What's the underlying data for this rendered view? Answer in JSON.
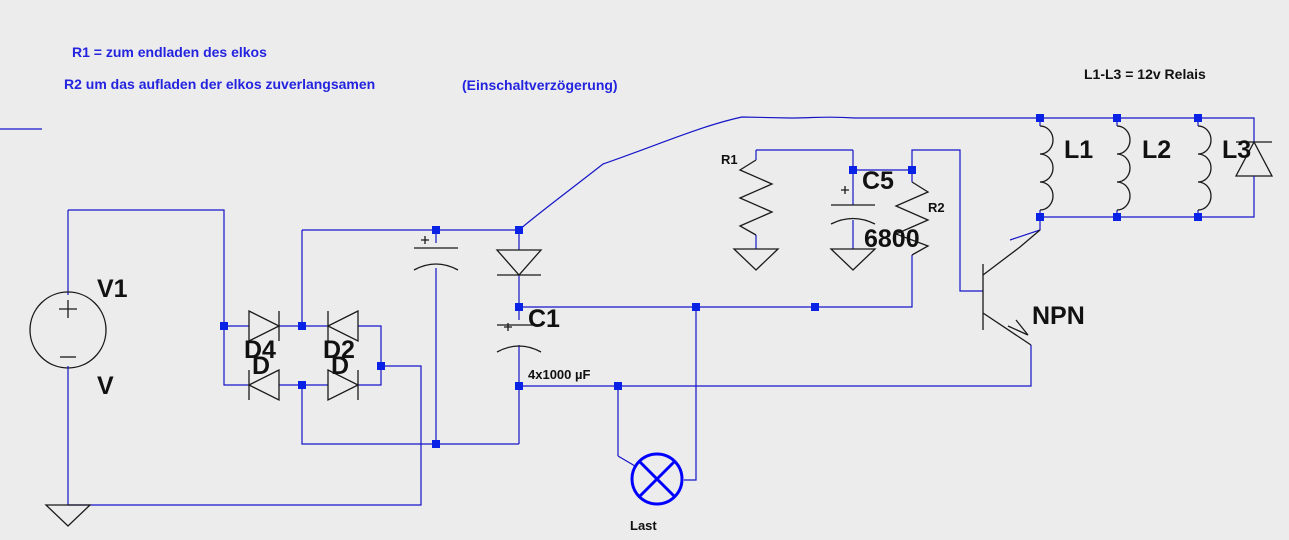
{
  "notes": {
    "r1": "R1 = zum endladen des elkos",
    "r2": "R2 um das aufladen der elkos zuverlangsamen",
    "delay": "(Einschaltverzögerung)",
    "relay": "L1-L3 = 12v Relais"
  },
  "labels": {
    "v1": "V1",
    "v": "V",
    "d4": "D4",
    "d_left": "D",
    "d2": "D2",
    "d_right": "D",
    "c1": "C1",
    "c1_value": "4x1000 µF",
    "last": "Last",
    "r1": "R1",
    "c5": "C5",
    "c5_value": "6800",
    "r2": "R2",
    "npn": "NPN",
    "l1": "L1",
    "l2": "L2",
    "l3": "L3"
  },
  "colors": {
    "wire": "#1515c8",
    "component": "#1a1a1a",
    "junction": "#0a22e6",
    "note_text": "#2323e0",
    "background": "#ececec"
  }
}
